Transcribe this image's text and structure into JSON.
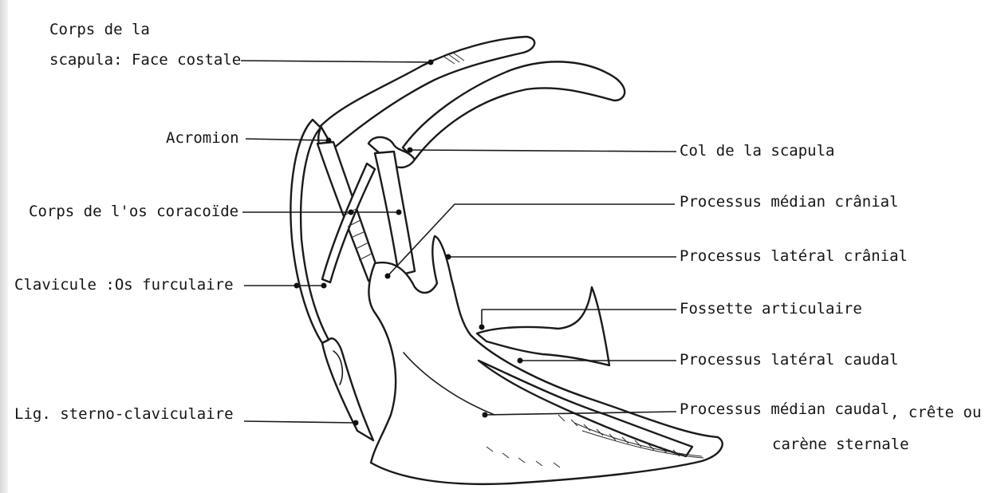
{
  "labels": {
    "scapula_face_line1": "Corps de la",
    "scapula_face_line2": "scapula: Face costale",
    "acromion": "Acromion",
    "coracoide": "Corps de l'os coracoïde",
    "clavicule": "Clavicule :Os furculaire",
    "lig_sterno": "Lig. sterno-claviculaire",
    "col_scapula": "Col de la scapula",
    "proc_median_cranial": "Processus médian crânial",
    "proc_lateral_cranial": "Processus latéral crânial",
    "fossette": "Fossette articulaire",
    "proc_lateral_caudal": "Processus latéral caudal",
    "proc_median_caudal": "Processus médian caudal",
    "crete_suffix": ", crête ou",
    "carene": "carène sternale"
  }
}
